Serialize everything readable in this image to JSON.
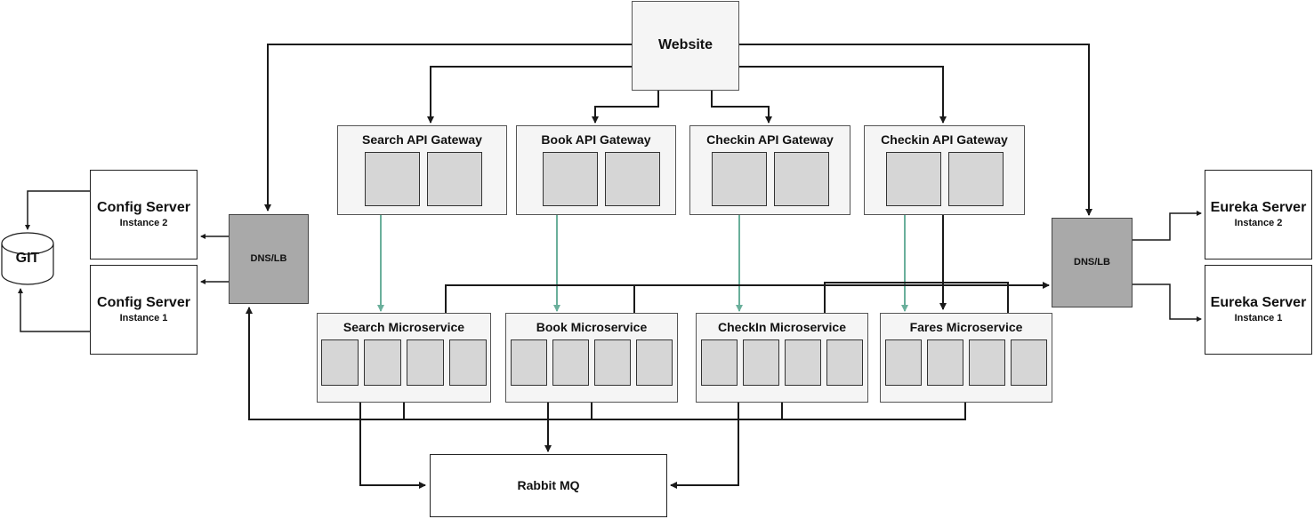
{
  "website": {
    "label": "Website"
  },
  "gateways": [
    {
      "label": "Search API Gateway"
    },
    {
      "label": "Book API Gateway"
    },
    {
      "label": "Checkin API Gateway"
    },
    {
      "label": "Checkin API Gateway"
    }
  ],
  "microservices": [
    {
      "label": "Search Microservice"
    },
    {
      "label": "Book Microservice"
    },
    {
      "label": "CheckIn Microservice"
    },
    {
      "label": "Fares Microservice"
    }
  ],
  "config_servers": [
    {
      "label": "Config Server",
      "instance": "Instance 2"
    },
    {
      "label": "Config Server",
      "instance": "Instance 1"
    }
  ],
  "eureka_servers": [
    {
      "label": "Eureka Server",
      "instance": "Instance 2"
    },
    {
      "label": "Eureka Server",
      "instance": "Instance 1"
    }
  ],
  "dns_lb": [
    {
      "label": "DNS/LB"
    },
    {
      "label": "DNS/LB"
    }
  ],
  "git": {
    "label": "GIT"
  },
  "rabbit": {
    "label": "Rabbit MQ"
  },
  "colors": {
    "line": "#1a1a1a",
    "teal": "#6aaf9b",
    "panel": "#f5f5f5",
    "sub": "#d6d6d6",
    "lb": "#a9a9a9"
  }
}
